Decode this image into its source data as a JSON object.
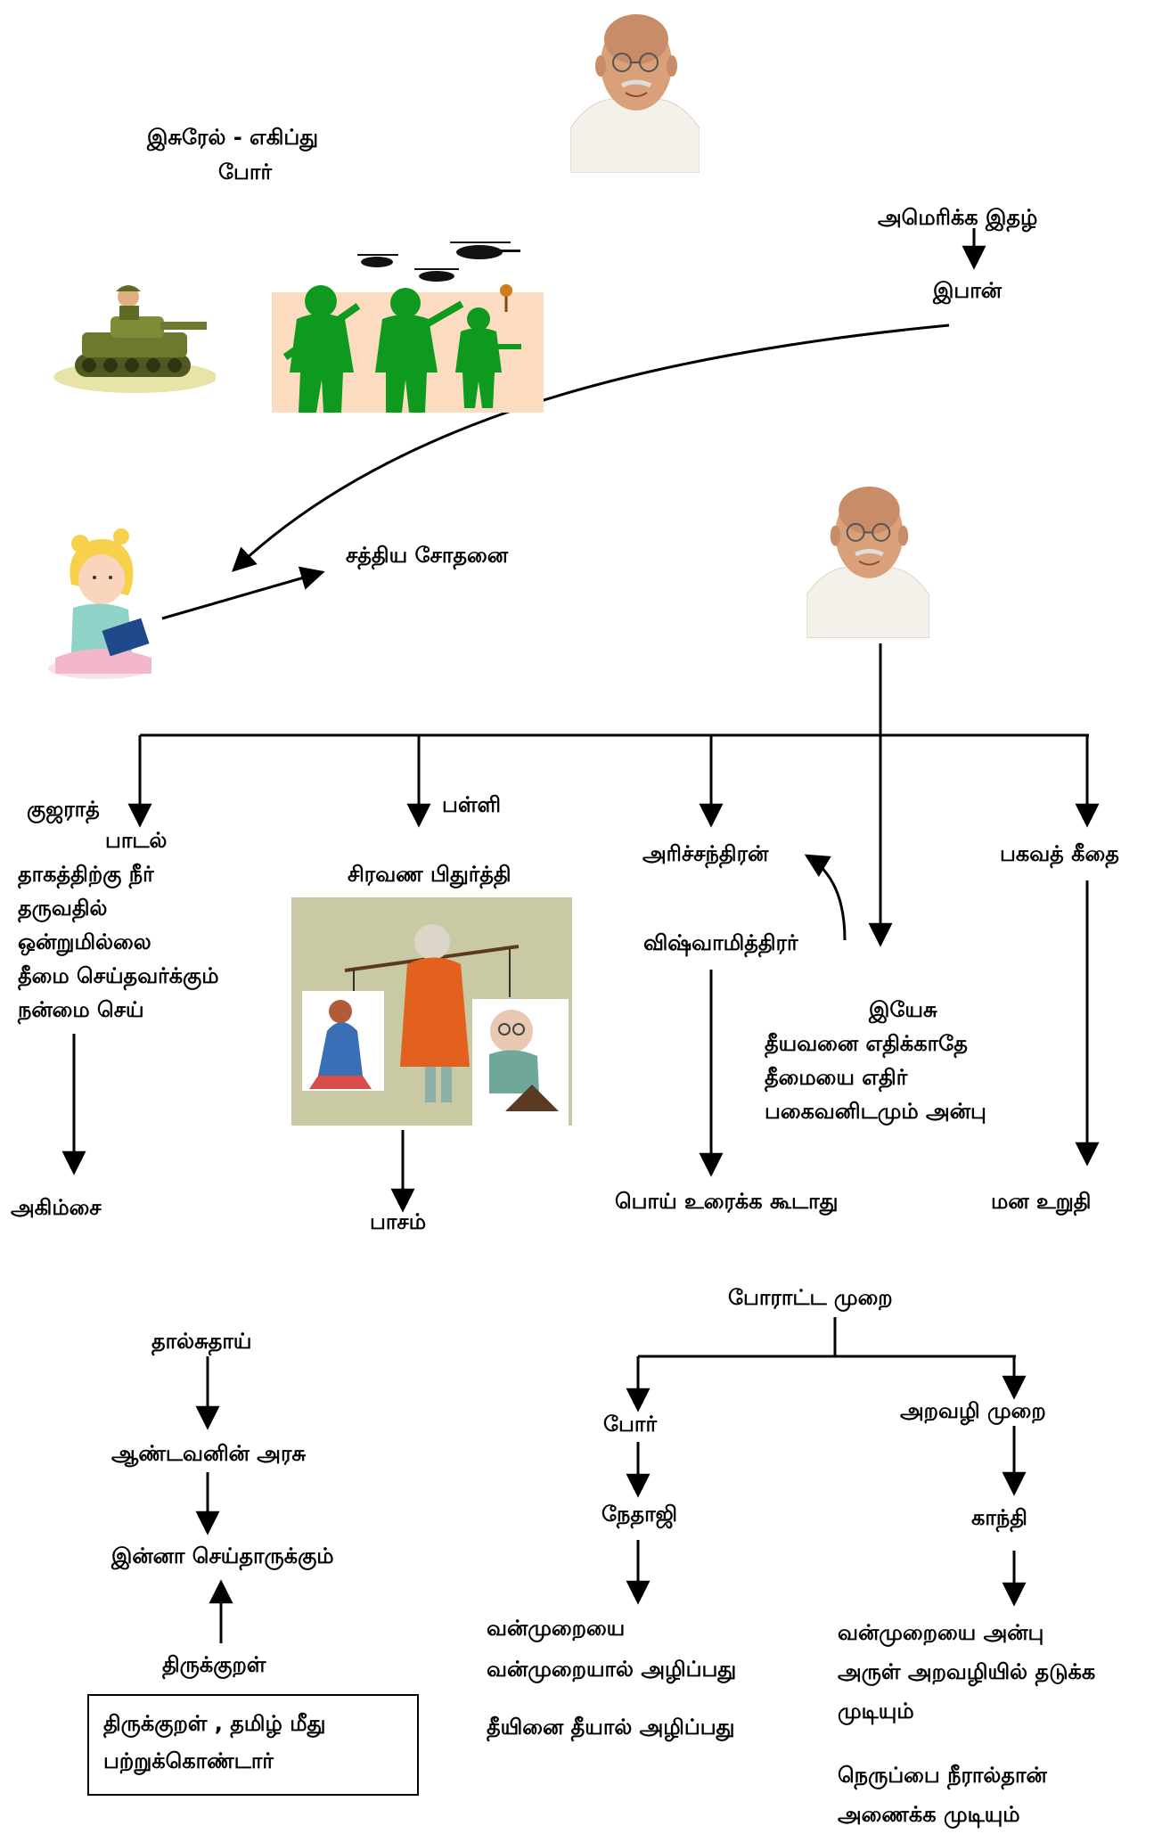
{
  "top": {
    "war_line1": "இசுரேல் - எகிப்து",
    "war_line2": "போர்",
    "magazine": "அமெரிக்க இதழ்",
    "ivan": "இபான்",
    "experiment": "சத்திய சோதனை"
  },
  "branches": {
    "gujarat": "குஜராத்",
    "school": "பள்ளி",
    "harishchandra": "அரிச்சந்திரன்",
    "gita": "பகவத் கீதை"
  },
  "gujarat_song": {
    "title": "பாடல்",
    "lines": [
      "தாகத்திற்கு நீர்",
      "தருவதில்",
      "ஒன்றுமில்லை",
      "தீமை செய்தவர்க்கும்",
      "நன்மை செய்"
    ]
  },
  "shravana": "சிரவண பிதுர்த்தி",
  "vishwamitra": "விஷ்வாமித்திரர்",
  "jesus": {
    "title": "இயேசு",
    "lines": [
      "தீயவனை எதிக்காதே",
      "தீமையை எதிர்",
      "பகைவனிடமும் அன்பு"
    ]
  },
  "results": {
    "ahimsa": "அகிம்சை",
    "affection": "பாசம்",
    "truth": "பொய் உரைக்க கூடாது",
    "resolve": "மன உறுதி"
  },
  "tolstoy": {
    "name": "தால்சுதாய்",
    "book": "ஆண்டவனின் அரசு",
    "kural_line": "இன்னா செய்தாருக்கும்",
    "thirukkural": "திருக்குறள்",
    "note_line1": "திருக்குறள் , தமிழ் மீது",
    "note_line2": "பற்றுக்கொண்டார்"
  },
  "struggle": {
    "title": "போராட்ட முறை",
    "war": "போர்",
    "ethical": "அறவழி முறை",
    "netaji": "நேதாஜி",
    "gandhi": "காந்தி",
    "netaji_lines": [
      "வன்முறையை",
      "வன்முறையால் அழிப்பது"
    ],
    "netaji_fire": "தீயினை தீயால் அழிப்பது",
    "gandhi_lines": [
      "வன்முறையை அன்பு",
      "அருள் அறவழியில் தடுக்க",
      "முடியும்"
    ],
    "gandhi_water": [
      "நெருப்பை நீரால்தான்",
      "அணைக்க முடியும்"
    ]
  },
  "colors": {
    "soldier": "#0d9a1f",
    "sand": "#fbdcc0",
    "robe": "#e2611f",
    "tank": "#6b7a2c"
  }
}
